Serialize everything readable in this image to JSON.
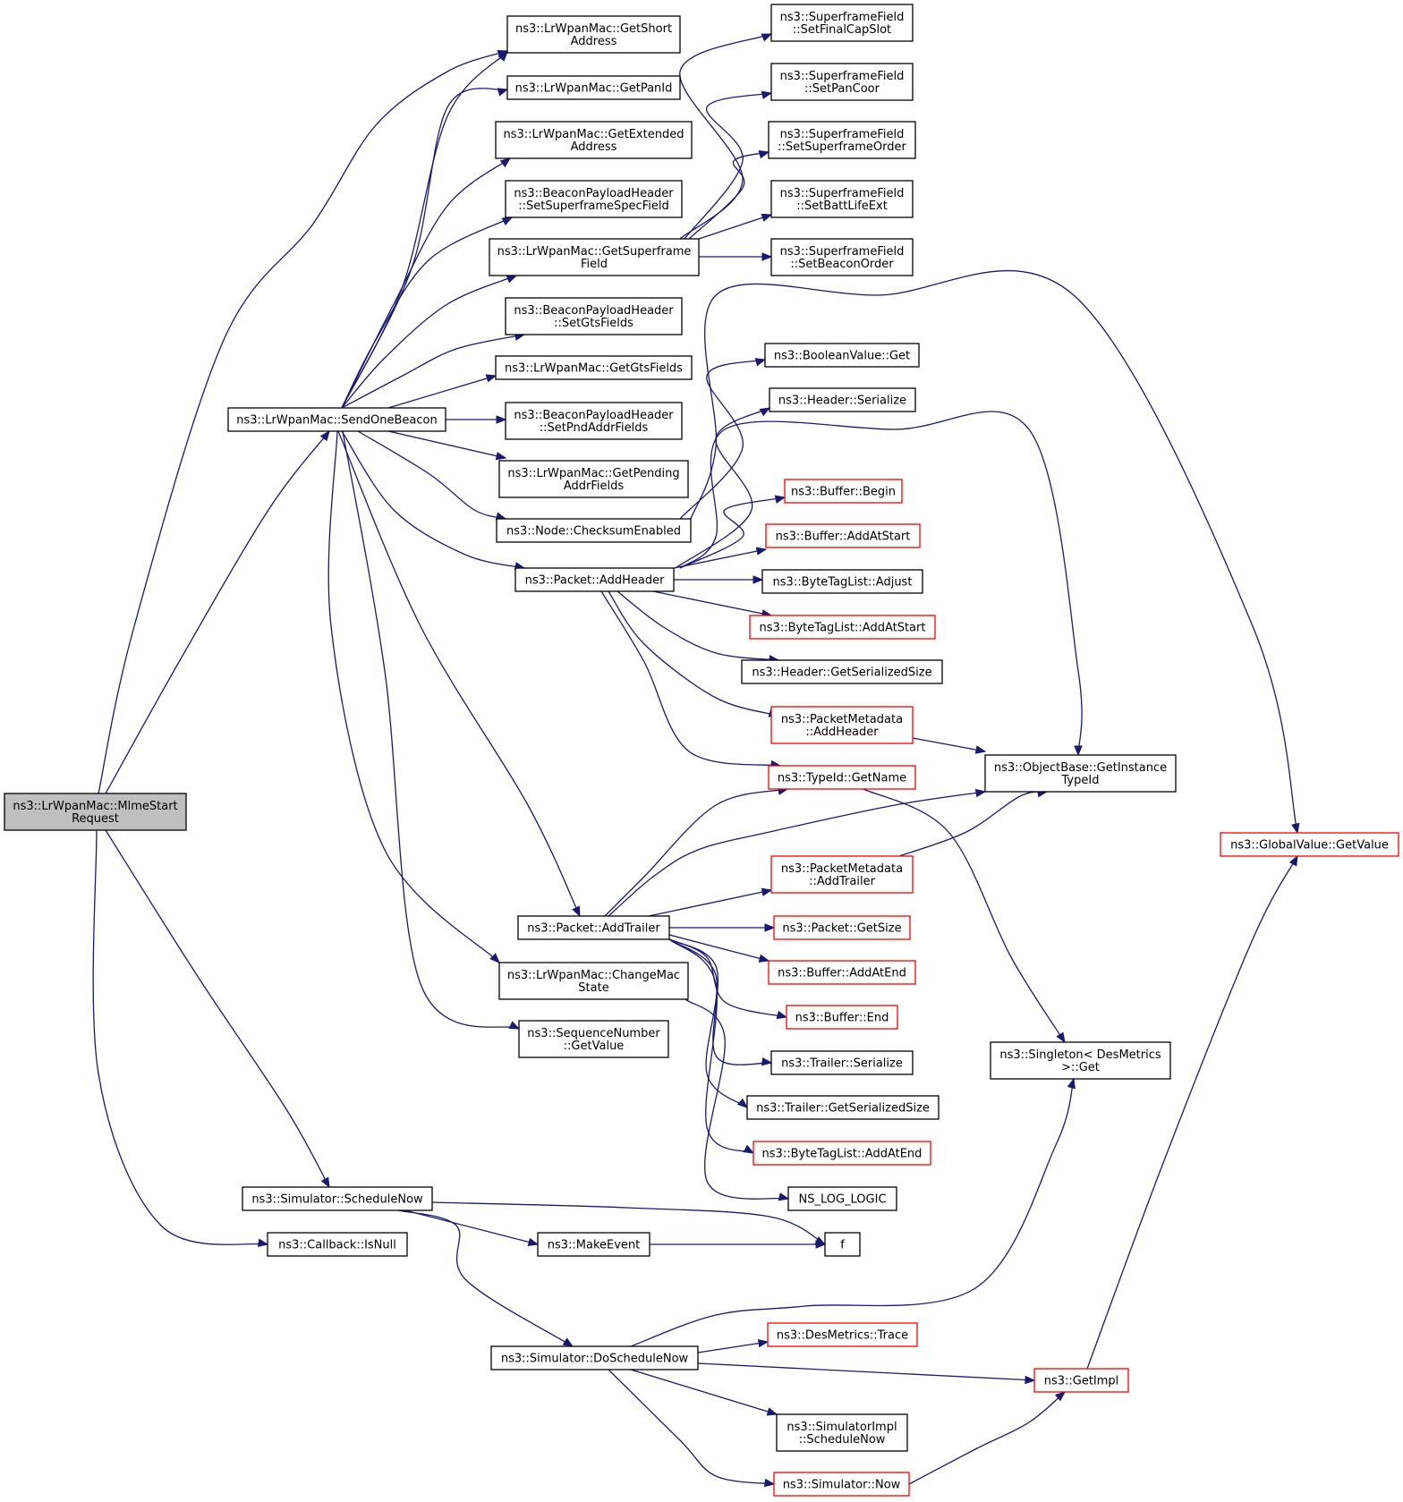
{
  "colors": {
    "edge": "#191970",
    "border_default": "#000000",
    "border_truncated": "#ff0000",
    "fill_root": "#bfbfbf",
    "fill_default": "#ffffff"
  },
  "nodes": [
    {
      "id": "n_mlmestart",
      "lines": [
        "ns3::LrWpanMac::MlmeStart",
        "Request"
      ],
      "kind": "root"
    },
    {
      "id": "n_sendonebeacon",
      "lines": [
        "ns3::LrWpanMac::SendOneBeacon"
      ],
      "kind": "normal"
    },
    {
      "id": "n_getshortaddress",
      "lines": [
        "ns3::LrWpanMac::GetShort",
        "Address"
      ],
      "kind": "normal"
    },
    {
      "id": "n_getpanid",
      "lines": [
        "ns3::LrWpanMac::GetPanId"
      ],
      "kind": "normal"
    },
    {
      "id": "n_getextendedaddress",
      "lines": [
        "ns3::LrWpanMac::GetExtended",
        "Address"
      ],
      "kind": "normal"
    },
    {
      "id": "n_setsuperframespecfield",
      "lines": [
        "ns3::BeaconPayloadHeader",
        "::SetSuperframeSpecField"
      ],
      "kind": "normal"
    },
    {
      "id": "n_getsuperframefield",
      "lines": [
        "ns3::LrWpanMac::GetSuperframe",
        "Field"
      ],
      "kind": "normal"
    },
    {
      "id": "n_setgtsfields",
      "lines": [
        "ns3::BeaconPayloadHeader",
        "::SetGtsFields"
      ],
      "kind": "normal"
    },
    {
      "id": "n_getgtsfields",
      "lines": [
        "ns3::LrWpanMac::GetGtsFields"
      ],
      "kind": "normal"
    },
    {
      "id": "n_setpndaddrfields",
      "lines": [
        "ns3::BeaconPayloadHeader",
        "::SetPndAddrFields"
      ],
      "kind": "normal"
    },
    {
      "id": "n_getpendingaddrfields",
      "lines": [
        "ns3::LrWpanMac::GetPending",
        "AddrFields"
      ],
      "kind": "normal"
    },
    {
      "id": "n_checksumenabled",
      "lines": [
        "ns3::Node::ChecksumEnabled"
      ],
      "kind": "normal"
    },
    {
      "id": "n_addheader",
      "lines": [
        "ns3::Packet::AddHeader"
      ],
      "kind": "normal"
    },
    {
      "id": "n_addtrailer",
      "lines": [
        "ns3::Packet::AddTrailer"
      ],
      "kind": "normal"
    },
    {
      "id": "n_changemacstate",
      "lines": [
        "ns3::LrWpanMac::ChangeMac",
        "State"
      ],
      "kind": "normal"
    },
    {
      "id": "n_seqgetvalue",
      "lines": [
        "ns3::SequenceNumber",
        "::GetValue"
      ],
      "kind": "normal"
    },
    {
      "id": "n_setfinalcapslot",
      "lines": [
        "ns3::SuperframeField",
        "::SetFinalCapSlot"
      ],
      "kind": "normal"
    },
    {
      "id": "n_setpancoor",
      "lines": [
        "ns3::SuperframeField",
        "::SetPanCoor"
      ],
      "kind": "normal"
    },
    {
      "id": "n_setsuperframeorder",
      "lines": [
        "ns3::SuperframeField",
        "::SetSuperframeOrder"
      ],
      "kind": "normal"
    },
    {
      "id": "n_setbattlifeext",
      "lines": [
        "ns3::SuperframeField",
        "::SetBattLifeExt"
      ],
      "kind": "normal"
    },
    {
      "id": "n_setbeaconorder",
      "lines": [
        "ns3::SuperframeField",
        "::SetBeaconOrder"
      ],
      "kind": "normal"
    },
    {
      "id": "n_booleanget",
      "lines": [
        "ns3::BooleanValue::Get"
      ],
      "kind": "normal"
    },
    {
      "id": "n_headerserialize",
      "lines": [
        "ns3::Header::Serialize"
      ],
      "kind": "normal"
    },
    {
      "id": "n_bufferbegin",
      "lines": [
        "ns3::Buffer::Begin"
      ],
      "kind": "truncated"
    },
    {
      "id": "n_bufferaddatstart",
      "lines": [
        "ns3::Buffer::AddAtStart"
      ],
      "kind": "truncated"
    },
    {
      "id": "n_btladjust",
      "lines": [
        "ns3::ByteTagList::Adjust"
      ],
      "kind": "normal"
    },
    {
      "id": "n_btladdatstart",
      "lines": [
        "ns3::ByteTagList::AddAtStart"
      ],
      "kind": "truncated"
    },
    {
      "id": "n_headergetserializedsize",
      "lines": [
        "ns3::Header::GetSerializedSize"
      ],
      "kind": "normal"
    },
    {
      "id": "n_pmaddheader",
      "lines": [
        "ns3::PacketMetadata",
        "::AddHeader"
      ],
      "kind": "truncated"
    },
    {
      "id": "n_typeidgetname",
      "lines": [
        "ns3::TypeId::GetName"
      ],
      "kind": "truncated"
    },
    {
      "id": "n_getinstancetypeid",
      "lines": [
        "ns3::ObjectBase::GetInstance",
        "TypeId"
      ],
      "kind": "normal"
    },
    {
      "id": "n_pmaddtrailer",
      "lines": [
        "ns3::PacketMetadata",
        "::AddTrailer"
      ],
      "kind": "truncated"
    },
    {
      "id": "n_packetgetsize",
      "lines": [
        "ns3::Packet::GetSize"
      ],
      "kind": "truncated"
    },
    {
      "id": "n_bufferaddatend",
      "lines": [
        "ns3::Buffer::AddAtEnd"
      ],
      "kind": "truncated"
    },
    {
      "id": "n_bufferend",
      "lines": [
        "ns3::Buffer::End"
      ],
      "kind": "truncated"
    },
    {
      "id": "n_trailerserialize",
      "lines": [
        "ns3::Trailer::Serialize"
      ],
      "kind": "normal"
    },
    {
      "id": "n_trailergetserializedsize",
      "lines": [
        "ns3::Trailer::GetSerializedSize"
      ],
      "kind": "normal"
    },
    {
      "id": "n_btladdatend",
      "lines": [
        "ns3::ByteTagList::AddAtEnd"
      ],
      "kind": "truncated"
    },
    {
      "id": "n_nsloglogic",
      "lines": [
        "NS_LOG_LOGIC"
      ],
      "kind": "normal"
    },
    {
      "id": "n_singletonget",
      "lines": [
        "ns3::Singleton< DesMetrics",
        " >::Get"
      ],
      "kind": "normal"
    },
    {
      "id": "n_globalvalueget",
      "lines": [
        "ns3::GlobalValue::GetValue"
      ],
      "kind": "truncated"
    },
    {
      "id": "n_schedulenow",
      "lines": [
        "ns3::Simulator::ScheduleNow"
      ],
      "kind": "normal"
    },
    {
      "id": "n_callbackisnull",
      "lines": [
        "ns3::Callback::IsNull"
      ],
      "kind": "normal"
    },
    {
      "id": "n_makeevent",
      "lines": [
        "ns3::MakeEvent"
      ],
      "kind": "normal"
    },
    {
      "id": "n_f",
      "lines": [
        "f"
      ],
      "kind": "normal"
    },
    {
      "id": "n_doschedulenow",
      "lines": [
        "ns3::Simulator::DoScheduleNow"
      ],
      "kind": "normal"
    },
    {
      "id": "n_desmetricstrace",
      "lines": [
        "ns3::DesMetrics::Trace"
      ],
      "kind": "truncated"
    },
    {
      "id": "n_getimpl",
      "lines": [
        "ns3::GetImpl"
      ],
      "kind": "truncated"
    },
    {
      "id": "n_simimplschedulenow",
      "lines": [
        "ns3::SimulatorImpl",
        "::ScheduleNow"
      ],
      "kind": "normal"
    },
    {
      "id": "n_simnow",
      "lines": [
        "ns3::Simulator::Now"
      ],
      "kind": "truncated"
    }
  ],
  "edges": [
    [
      "n_mlmestart",
      "n_getshortaddress"
    ],
    [
      "n_mlmestart",
      "n_sendonebeacon"
    ],
    [
      "n_mlmestart",
      "n_schedulenow"
    ],
    [
      "n_mlmestart",
      "n_callbackisnull"
    ],
    [
      "n_sendonebeacon",
      "n_getshortaddress"
    ],
    [
      "n_sendonebeacon",
      "n_getpanid"
    ],
    [
      "n_sendonebeacon",
      "n_getextendedaddress"
    ],
    [
      "n_sendonebeacon",
      "n_setsuperframespecfield"
    ],
    [
      "n_sendonebeacon",
      "n_getsuperframefield"
    ],
    [
      "n_sendonebeacon",
      "n_setgtsfields"
    ],
    [
      "n_sendonebeacon",
      "n_getgtsfields"
    ],
    [
      "n_sendonebeacon",
      "n_setpndaddrfields"
    ],
    [
      "n_sendonebeacon",
      "n_getpendingaddrfields"
    ],
    [
      "n_sendonebeacon",
      "n_checksumenabled"
    ],
    [
      "n_sendonebeacon",
      "n_addheader"
    ],
    [
      "n_sendonebeacon",
      "n_addtrailer"
    ],
    [
      "n_sendonebeacon",
      "n_changemacstate"
    ],
    [
      "n_sendonebeacon",
      "n_seqgetvalue"
    ],
    [
      "n_getsuperframefield",
      "n_setfinalcapslot"
    ],
    [
      "n_getsuperframefield",
      "n_setpancoor"
    ],
    [
      "n_getsuperframefield",
      "n_setsuperframeorder"
    ],
    [
      "n_getsuperframefield",
      "n_setbattlifeext"
    ],
    [
      "n_getsuperframefield",
      "n_setbeaconorder"
    ],
    [
      "n_checksumenabled",
      "n_booleanget"
    ],
    [
      "n_checksumenabled",
      "n_globalvalueget"
    ],
    [
      "n_addheader",
      "n_headerserialize"
    ],
    [
      "n_addheader",
      "n_getinstancetypeid"
    ],
    [
      "n_addheader",
      "n_bufferbegin"
    ],
    [
      "n_addheader",
      "n_bufferaddatstart"
    ],
    [
      "n_addheader",
      "n_btladjust"
    ],
    [
      "n_addheader",
      "n_btladdatstart"
    ],
    [
      "n_addheader",
      "n_headergetserializedsize"
    ],
    [
      "n_addheader",
      "n_pmaddheader"
    ],
    [
      "n_addheader",
      "n_typeidgetname"
    ],
    [
      "n_pmaddheader",
      "n_getinstancetypeid"
    ],
    [
      "n_typeidgetname",
      "n_singletonget"
    ],
    [
      "n_pmaddtrailer",
      "n_getinstancetypeid"
    ],
    [
      "n_addtrailer",
      "n_typeidgetname"
    ],
    [
      "n_addtrailer",
      "n_getinstancetypeid"
    ],
    [
      "n_addtrailer",
      "n_pmaddtrailer"
    ],
    [
      "n_addtrailer",
      "n_packetgetsize"
    ],
    [
      "n_addtrailer",
      "n_bufferaddatend"
    ],
    [
      "n_addtrailer",
      "n_bufferend"
    ],
    [
      "n_addtrailer",
      "n_trailerserialize"
    ],
    [
      "n_addtrailer",
      "n_trailergetserializedsize"
    ],
    [
      "n_addtrailer",
      "n_btladdatend"
    ],
    [
      "n_changemacstate",
      "n_nsloglogic"
    ],
    [
      "n_schedulenow",
      "n_f"
    ],
    [
      "n_schedulenow",
      "n_makeevent"
    ],
    [
      "n_schedulenow",
      "n_doschedulenow"
    ],
    [
      "n_makeevent",
      "n_f"
    ],
    [
      "n_doschedulenow",
      "n_singletonget"
    ],
    [
      "n_doschedulenow",
      "n_desmetricstrace"
    ],
    [
      "n_doschedulenow",
      "n_getimpl"
    ],
    [
      "n_doschedulenow",
      "n_simimplschedulenow"
    ],
    [
      "n_doschedulenow",
      "n_simnow"
    ],
    [
      "n_simnow",
      "n_getimpl"
    ],
    [
      "n_getimpl",
      "n_globalvalueget"
    ]
  ]
}
